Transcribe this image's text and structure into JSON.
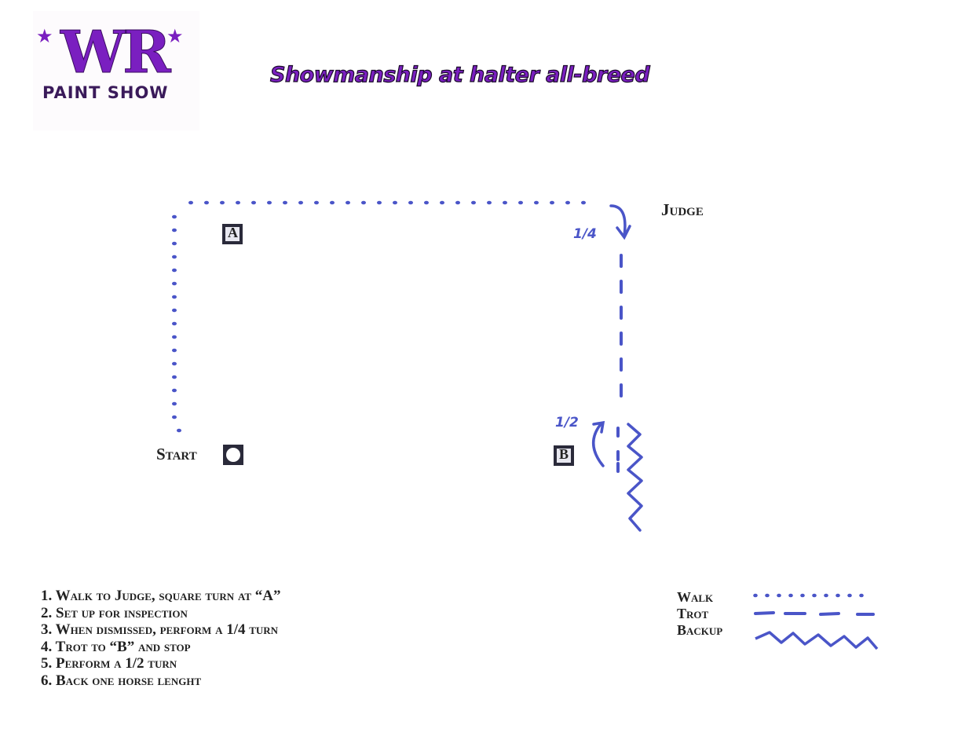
{
  "logo": {
    "letters": "WR",
    "subtitle": "PAINT SHOW"
  },
  "title": "Showmanship at halter all-breed",
  "diagram": {
    "judge_label": "Judge",
    "start_label": "Start",
    "marker_a": "A",
    "marker_b": "B",
    "quarter_turn": "1/4",
    "half_turn": "1/2"
  },
  "steps": [
    "1. Walk to Judge, square turn at “A”",
    "2. Set up for inspection",
    "3. When dismissed, perform a 1/4 turn",
    "4. Trot to “B” and stop",
    "5. Perform a 1/2 turn",
    "6. Back one horse lenght"
  ],
  "legend": [
    {
      "label": "Walk",
      "style": "dotted"
    },
    {
      "label": "Trot",
      "style": "dashed"
    },
    {
      "label": "Backup",
      "style": "zigzag"
    }
  ],
  "colors": {
    "pen": "#4a55c8",
    "brand": "#7a1fc0"
  }
}
